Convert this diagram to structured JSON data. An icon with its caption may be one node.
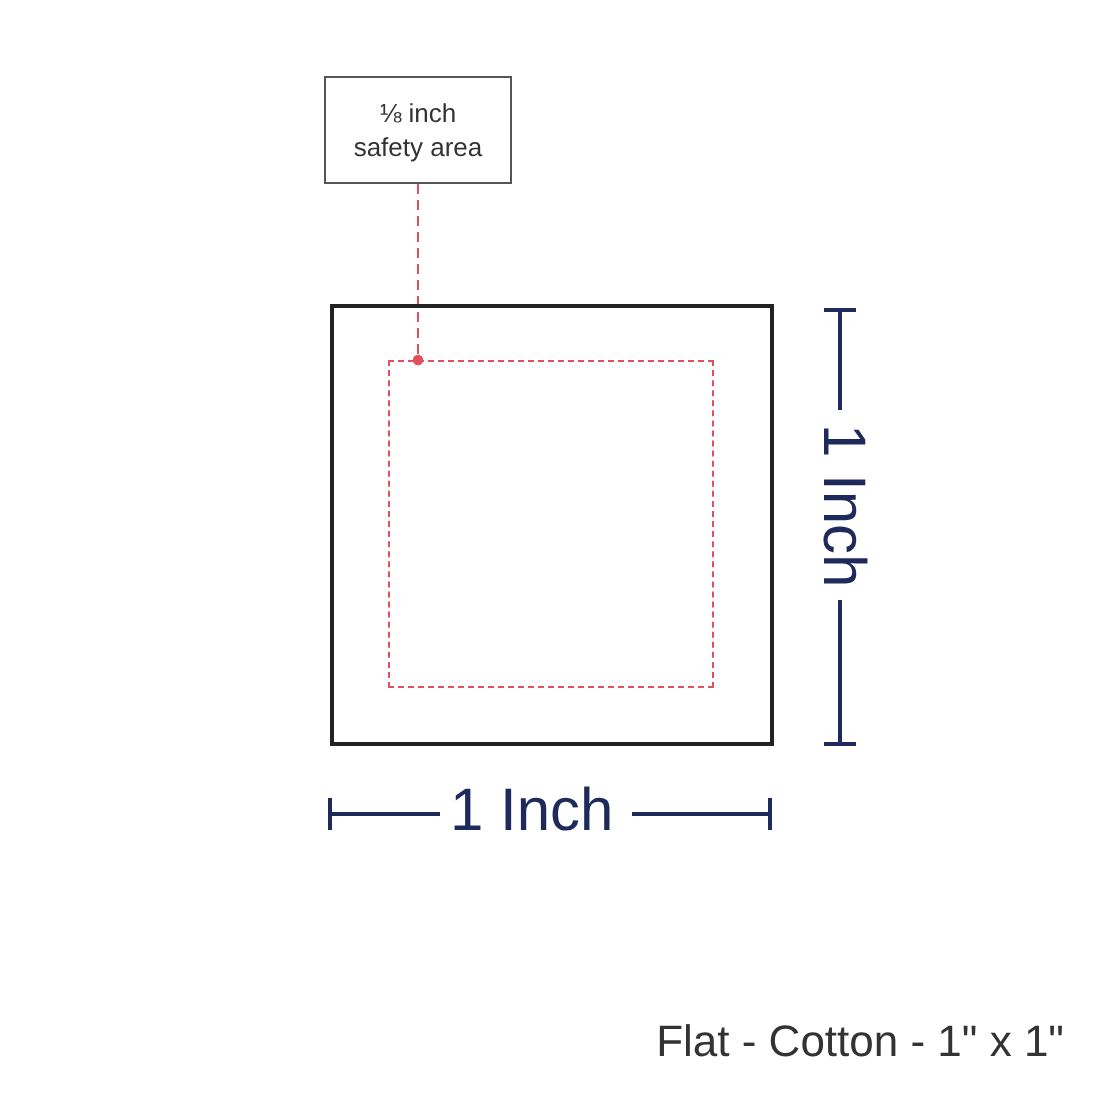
{
  "diagram": {
    "nodes": [
      {
        "text": [
          "⅛ inch safety area"
        ]
      },
      {
        "text": [],
        "shape": "box"
      },
      {
        "text": [],
        "shape": "box",
        "in": 1
      }
    ],
    "edges": [
      {
        "from": 0,
        "to": 2,
        "arrow": "other",
        "style": "dashed",
        "color": "#e0505f"
      }
    ],
    "labels": [
      "1 Inch",
      "1 Inch",
      "Flat - Cotton - 1\" x 1\""
    ]
  }
}
